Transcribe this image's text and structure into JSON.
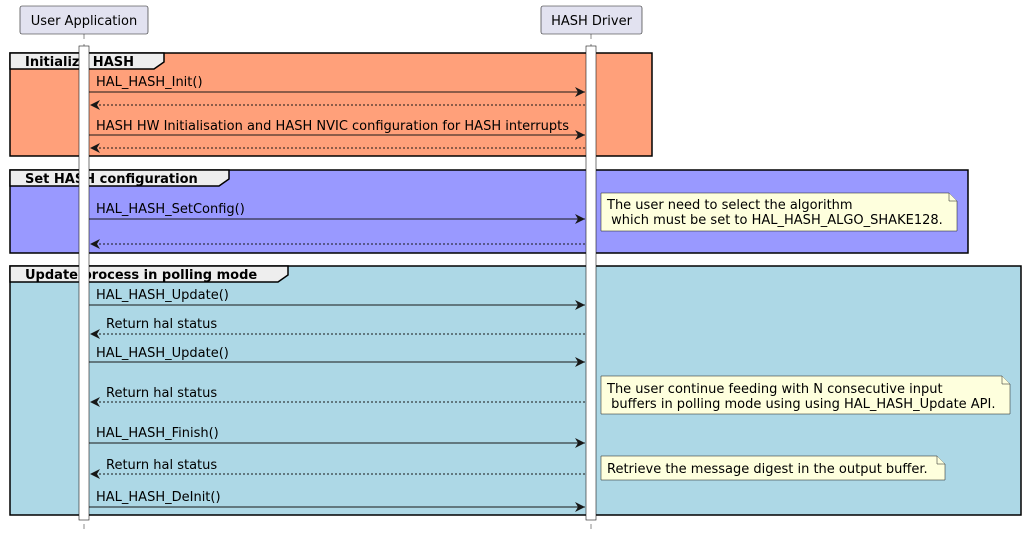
{
  "participants": {
    "user": "User Application",
    "driver": "HASH Driver"
  },
  "groups": [
    {
      "label": "Initialize HASH",
      "color": "#FFA07A",
      "messages": [
        {
          "text": "HAL_HASH_Init()",
          "direction": "call"
        },
        {
          "text": "",
          "direction": "return"
        },
        {
          "text": "HASH HW Initialisation and HASH NVIC configuration for HASH interrupts",
          "direction": "call"
        },
        {
          "text": "",
          "direction": "return"
        }
      ]
    },
    {
      "label": "Set HASH configuration",
      "color": "#9999FF",
      "messages": [
        {
          "text": "HAL_HASH_SetConfig()",
          "direction": "call"
        },
        {
          "text": "",
          "direction": "return"
        }
      ],
      "notes": [
        {
          "lines": [
            "The user need to select the algorithm",
            " which must be set to HAL_HASH_ALGO_SHAKE128."
          ]
        }
      ]
    },
    {
      "label": "Update process in polling mode",
      "color": "#ADD8E6",
      "messages": [
        {
          "text": "HAL_HASH_Update()",
          "direction": "call"
        },
        {
          "text": "Return hal status",
          "direction": "return"
        },
        {
          "text": "HAL_HASH_Update()",
          "direction": "call"
        },
        {
          "text": "Return hal status",
          "direction": "return"
        },
        {
          "text": "HAL_HASH_Finish()",
          "direction": "call"
        },
        {
          "text": "Return hal status",
          "direction": "return"
        },
        {
          "text": "HAL_HASH_DeInit()",
          "direction": "call"
        }
      ],
      "notes": [
        {
          "lines": [
            "The user continue feeding with N consecutive input",
            " buffers in polling mode using using HAL_HASH_Update API."
          ]
        },
        {
          "lines": [
            "Retrieve the message digest in the output buffer."
          ]
        }
      ]
    }
  ],
  "colors": {
    "participant_fill": "#E2E2F0",
    "note_fill": "#FEFFDD"
  }
}
